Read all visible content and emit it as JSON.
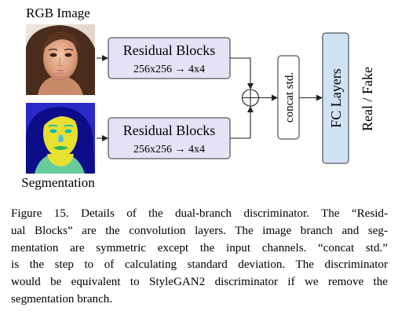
{
  "diagram": {
    "rgb_label": "RGB Image",
    "seg_label": "Segmentation",
    "block_top_title": "Residual Blocks",
    "block_top_sub": "256x256 → 4x4",
    "block_bottom_title": "Residual Blocks",
    "block_bottom_sub": "256x256 → 4x4",
    "concat_label": "concat std.",
    "fc_label": "FC Layers",
    "output_label": "Real / Fake",
    "colors": {
      "residual_fill": "#e4e2f5",
      "fc_fill": "#cfe3f5",
      "box_stroke": "#2f2f2f",
      "seg_background": "#2a2ac8",
      "seg_hair": "#0d0d8a",
      "seg_face": "#e8e030",
      "seg_shoulder": "#66cc99",
      "seg_eye": "#17b8b0",
      "seg_lip": "#2ab55c"
    }
  },
  "caption": {
    "lines": [
      "Figure 15. Details of the dual-branch discriminator. The “Resid-",
      "ual Blocks” are the convolution layers. The image branch and seg-",
      "mentation are symmetric except the input channels. “concat std.”",
      "is the step to of calculating standard deviation. The discriminator",
      "would be equivalent to StyleGAN2 discriminator if we remove the",
      "segmentation branch."
    ]
  }
}
